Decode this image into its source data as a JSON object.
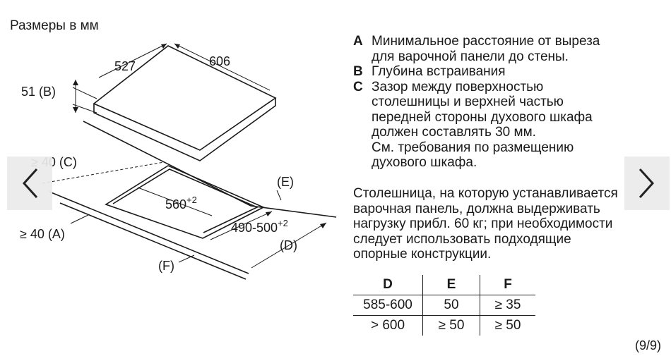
{
  "heading": "Размеры в мм",
  "dims": {
    "w": "527",
    "d": "606",
    "h": "51 (B)",
    "cut_w": "560",
    "cut_w_sup": "+2",
    "cut_d": "490-500",
    "cut_d_sup": "+2",
    "a": "≥ 40 (A)",
    "c": "≥ 40 (C)",
    "d_lbl": "(D)",
    "e_lbl": "(E)",
    "f_lbl": "(F)"
  },
  "legend": [
    {
      "key": "A",
      "lines": [
        "Минимальное расстояние от выреза",
        "для варочной панели до стены."
      ]
    },
    {
      "key": "B",
      "lines": [
        "Глубина встраивания"
      ]
    },
    {
      "key": "C",
      "lines": [
        "Зазор между поверхностью",
        "столешницы и верхней частью",
        "передней стороны духового шкафа",
        "должен составлять 30 мм.",
        "См. требования по размещению",
        "духового шкафа."
      ]
    }
  ],
  "note": "Столешница, на которую устанавливается\nварочная панель, должна выдерживать\nнагрузку прибл. 60 кг; при необходимости\nследует использовать подходящие\nопорные конструкции.",
  "table": {
    "headers": [
      "D",
      "E",
      "F"
    ],
    "rows": [
      [
        "585-600",
        "50",
        "≥ 35"
      ],
      [
        "> 600",
        "≥ 50",
        "≥ 50"
      ]
    ]
  },
  "pager": "(9/9)",
  "nav": {
    "prev_icon": "chevron-left-icon",
    "next_icon": "chevron-right-icon"
  }
}
